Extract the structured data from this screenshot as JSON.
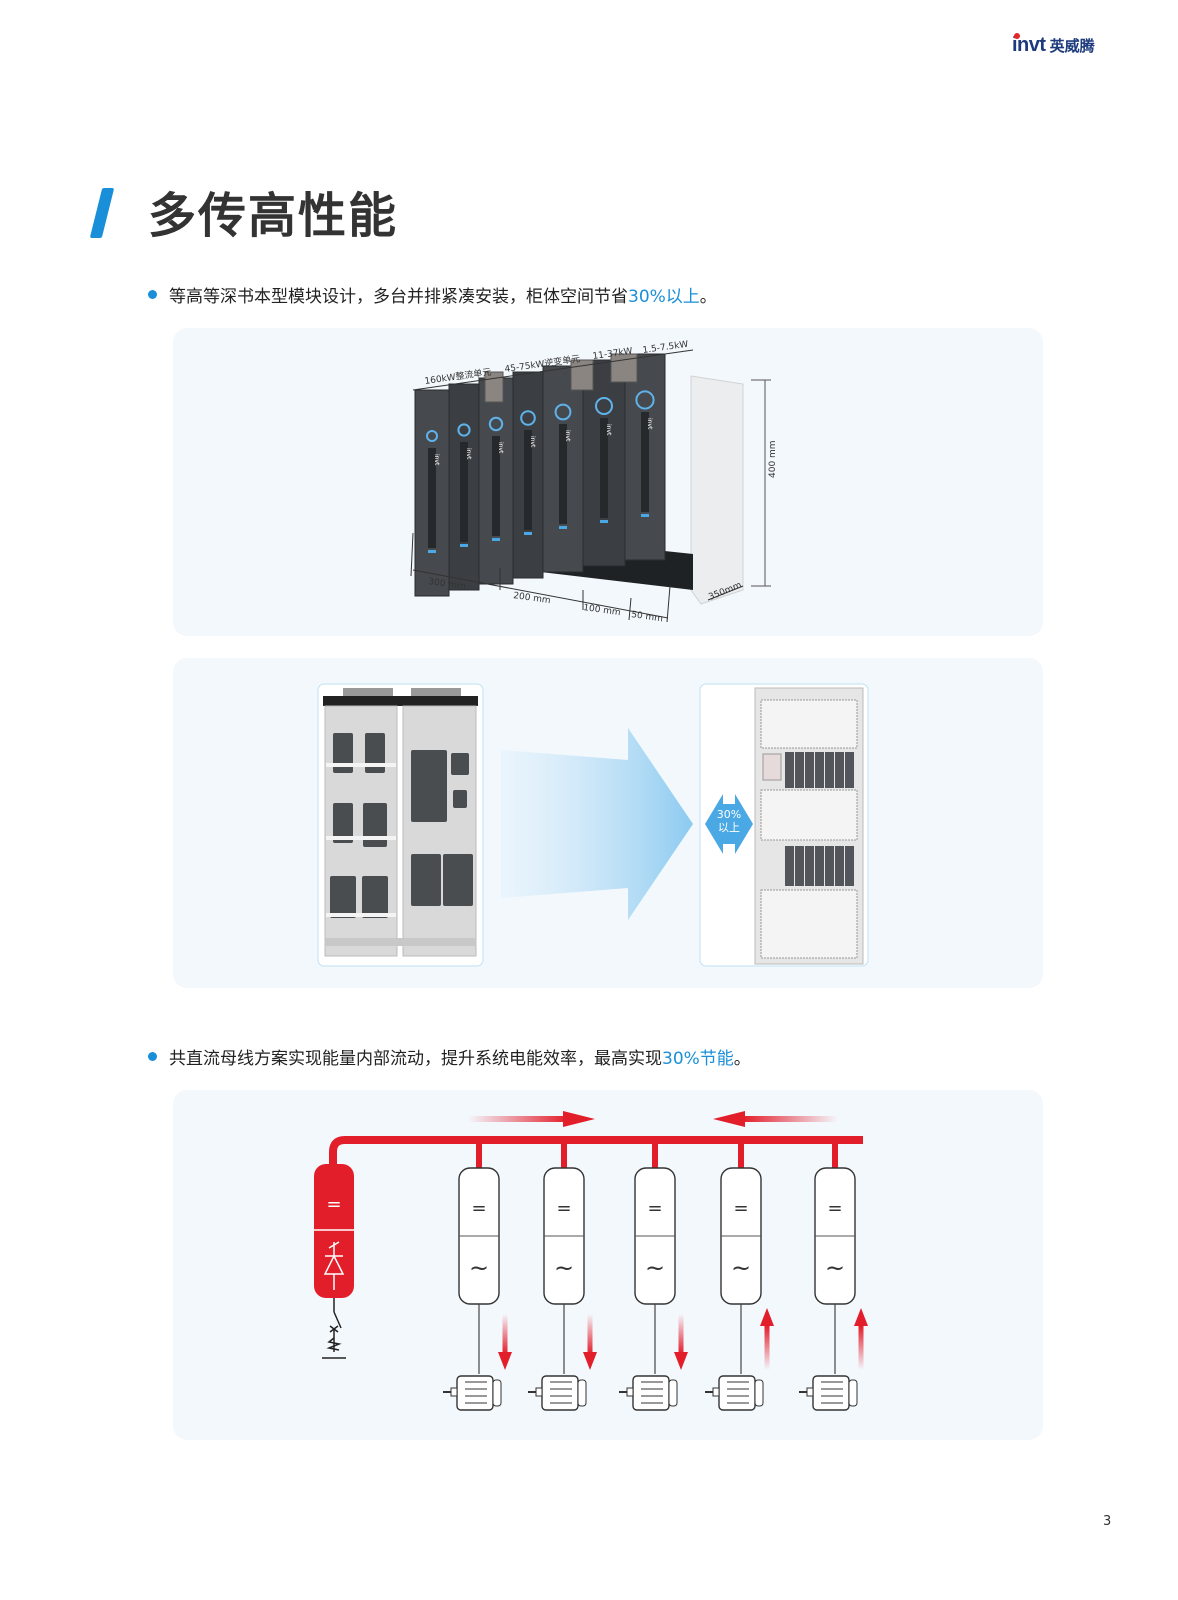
{
  "header": {
    "logo_en": "invt",
    "logo_cn": "英威腾",
    "brand_colors": {
      "navy": "#1c3a7c",
      "red": "#e5262b"
    }
  },
  "section": {
    "title": "多传高性能",
    "accent_color": "#1a8fd9"
  },
  "bullets": [
    {
      "text": "等高等深书本型模块设计，多台并排紧凑安装，柜体空间节省",
      "highlight": "30%以上",
      "suffix": " 。"
    },
    {
      "text": "共直流母线方案实现能量内部流动，提升系统电能效率，最高实现",
      "highlight": "30%节能",
      "suffix": " 。"
    }
  ],
  "figure1": {
    "top_labels": [
      "160kW整流单元",
      "45-75kW逆变单元",
      "11-37kW",
      "1.5-7.5kW"
    ],
    "width_labels": [
      "300 mm",
      "200 mm",
      "100 mm",
      "50 mm"
    ],
    "depth_label": "350mm",
    "height_label": "400 mm",
    "module_brand": "invt",
    "module_count": 7
  },
  "figure2": {
    "saving_label_line1": "30%",
    "saving_label_line2": "以上"
  },
  "figure3": {
    "rectifier_symbol": "=",
    "inverter_top_symbol": "=",
    "inverter_bottom_symbol": "~",
    "drive_count": 5,
    "motor_flows": [
      "down",
      "down",
      "down",
      "up",
      "up"
    ],
    "bus_flows": [
      "right",
      "left"
    ],
    "bus_color": "#e31e2b"
  },
  "footer": {
    "page_number": "3"
  }
}
